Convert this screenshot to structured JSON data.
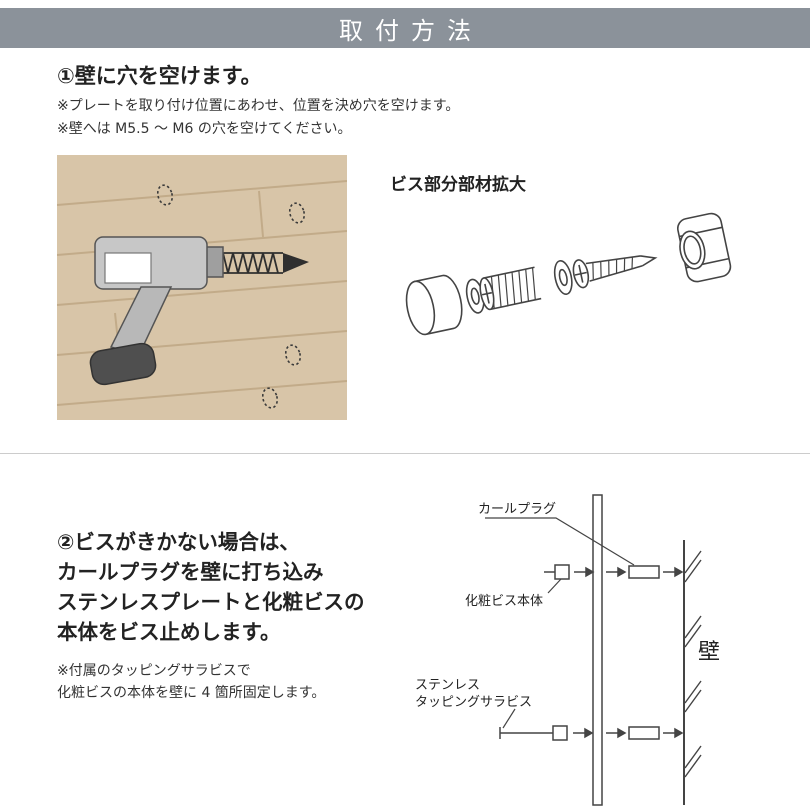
{
  "header": {
    "title": "取付方法",
    "bg_color": "#8b929a"
  },
  "step1": {
    "heading": "①壁に穴を空けます。",
    "note1": "※プレートを取り付け位置にあわせ、位置を決め穴を空けます。",
    "note2": "※壁へは M5.5 〜 M6 の穴を空けてください。",
    "parts_title": "ビス部分部材拡大",
    "illustration_bg": "#d8c5a8"
  },
  "step2": {
    "heading_lines": [
      "②ビスがきかない場合は、",
      "カールプラグを壁に打ち込み",
      "ステンレスプレートと化粧ビスの",
      "本体をビス止めします。"
    ],
    "note_lines": [
      "※付属のタッピングサラビスで",
      "化粧ビスの本体を壁に 4 箇所固定します。"
    ],
    "diagram_labels": {
      "curl_plug": "カールプラグ",
      "decorative_screw_body": "化粧ビス本体",
      "stainless_line1": "ステンレス",
      "stainless_line2": "タッピングサラビス",
      "wall": "壁"
    }
  }
}
